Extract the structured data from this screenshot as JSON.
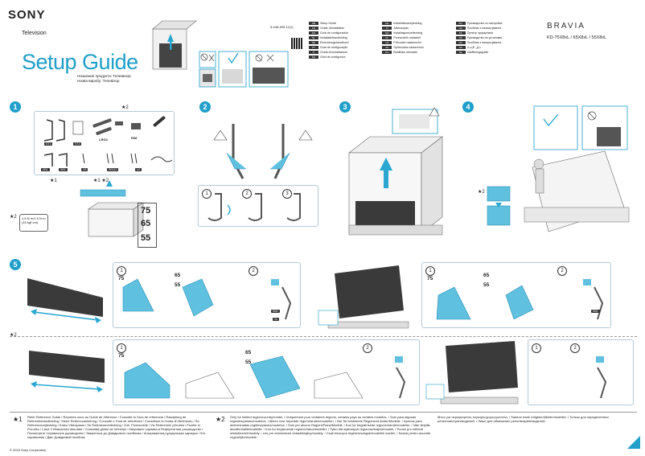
{
  "header": {
    "brand": "SONY",
    "category": "Television",
    "title": "Setup Guide",
    "title_sub": "Назывние продукта: Телевизор\nНазва виробу: Телевізор",
    "model_code": "5-048-599-11(1)",
    "product_brand": "BRAVIA",
    "models": "KD-75X8xL / 65X8xL / 55X8xL"
  },
  "languages": [
    {
      "code": "GB",
      "label": "Setup Guide"
    },
    {
      "code": "DK",
      "label": "Installationsvejledning"
    },
    {
      "code": "RU",
      "label": "Руководство по настройке"
    },
    {
      "code": "FR",
      "label": "Guide d'installation"
    },
    {
      "code": "FI",
      "label": "Asetusopas"
    },
    {
      "code": "UA",
      "label": "Посібник з налаштування"
    },
    {
      "code": "ES",
      "label": "Guía de configuración"
    },
    {
      "code": "NO",
      "label": "Installasjonsveiledning"
    },
    {
      "code": "KZ",
      "label": "Орнату нұсқаулығы"
    },
    {
      "code": "NL",
      "label": "Installatiehandleiding"
    },
    {
      "code": "PL",
      "label": "Przewodnik ustawień"
    },
    {
      "code": "RS",
      "label": "Руководство по установке"
    },
    {
      "code": "DE",
      "label": "Einrichtungshandbuch"
    },
    {
      "code": "CZ",
      "label": "Průvodce nastavením"
    },
    {
      "code": "UA",
      "label": "Посібник з налаштування"
    },
    {
      "code": "PT",
      "label": "Guia de configuração"
    },
    {
      "code": "SK",
      "label": "Sprievodca nastavením"
    },
    {
      "code": "AR",
      "label": "دليل الإعداد"
    },
    {
      "code": "IT",
      "label": "Guida di installazione"
    },
    {
      "code": "HU",
      "label": "Beállítási útmutató"
    },
    {
      "code": "SE",
      "label": "Inställningsguide"
    },
    {
      "code": "RO",
      "label": "Ghid de configurare"
    }
  ],
  "steps": {
    "s1": "1",
    "s2": "2",
    "s3": "3",
    "s4": "4",
    "s5": "5"
  },
  "accessories": {
    "star2": "★2",
    "labels": [
      "ST1",
      "ST2",
      "R08",
      "LRG3"
    ],
    "labels2": [
      "SB1",
      "SB2",
      "V5",
      "R0012",
      "L5"
    ],
    "star1": "★1",
    "star12": "★1 ★2"
  },
  "sizes": {
    "s75": "75",
    "s65": "65",
    "s55": "55"
  },
  "screw_note": {
    "star": "★2",
    "text": "1.5 N·m/1.5 N·m (15 kgf·cm)"
  },
  "substeps": {
    "n1": "1",
    "n2": "2",
    "n3": "3"
  },
  "step4_star": "★2",
  "step5": {
    "left_n1": "1",
    "left_n2": "2",
    "left_75": "75",
    "left_65": "65",
    "left_55": "55",
    "right_n1": "1",
    "right_n2": "2",
    "right_75": "75",
    "right_65": "65",
    "right_55": "55",
    "tags": [
      "SB2",
      "CL",
      "SB1"
    ]
  },
  "row2": {
    "star": "★2",
    "n1": "1",
    "n2": "2",
    "n3": "1",
    "n4": "2",
    "s75": "75",
    "s65": "65",
    "s55": "55"
  },
  "footer": {
    "star1": "★1",
    "note1": "Refer Reference Guide / Reportez-vous au Guide de référence / Consulte la Guía de referencia / Raadpleeg de Referentiehandleiding / Siehe Referenzanleitung / Consulte o Guia de referência / Consultare la Guida di riferimento / Se Referencevejledning / Katso Viiteopasta / Se Referanseveiledning / Zob. Przewodnik / Viz Referenční příručka / Pozrite si Príručku / Lásd: Felhasználói útmutató / Consultaţi ghidul de referinţă / Направете справка в Референтния ръководство / Посмотрите Справочное руководство / Зверніться до Довідкового посібника / Анықтамалық нұсқаулықты қараңыз / Sm. справочник / Див. Довідковий посібник",
    "star2": "★2",
    "note2": "Only for limited region/country/model. / Uniquement pour certaines régions, certains pays ou certains modèles. / Solo para algunas regiones/países/modelos. / Alleen voor beperkte regio's/landen/modellen. / Nur für bestimmte Regionen/Länder/Modelle. / Apenas para determinadas regiões/países/modelos. / Solo per alcune Regioni/Paesi/Modelli. / Kun for begrænsede regioner/lande/modeller. / Vain tietyille alueille/maille/malleille. / Kun for begrensede regioner/land/modeller. / Tylko dla wybranych regionów/krajów/modeli. / Pouze pro některé oblasti/země/modely. / Len pre obmedzené oblasti/krajiny/modely. / Csak bizonyos régiók/országok/modellek esetén. / Numai pentru anumite regiuni/ţări/modele.",
    "note3": "Μόνο για περιορισμένες περιοχές/χώρες/μοντέλα. / Sadece kısıtlı bölgeler/ülkeler/modeller. / Только для определенных регионов/стран/моделей. / Лише для обмежених регіонів/країн/моделей.",
    "copyright": "© 2023 Sony Corporation"
  }
}
